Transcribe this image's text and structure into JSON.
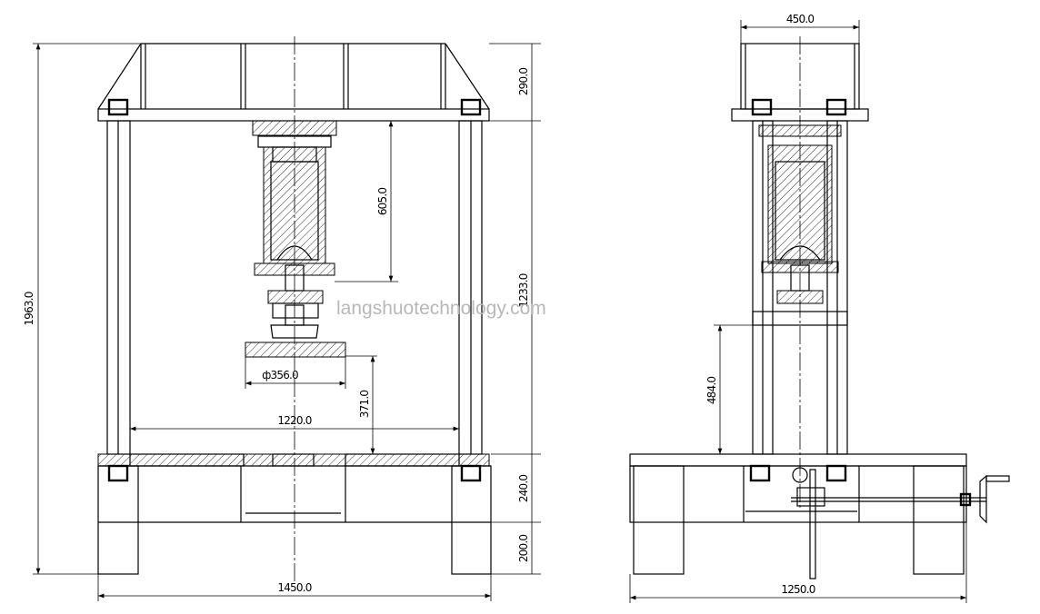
{
  "watermark": "langshuotechnology.com",
  "front_view": {
    "dimensions": {
      "total_height": "1963.0",
      "top_frame_height": "290.0",
      "column_height": "1233.0",
      "cylinder_length": "605.0",
      "platen_diameter": "ф356.0",
      "daylight": "371.0",
      "column_span": "1220.0",
      "base_height": "240.0",
      "leg_height": "200.0",
      "overall_width": "1450.0"
    }
  },
  "side_view": {
    "dimensions": {
      "top_width": "450.0",
      "stroke_height": "484.0",
      "overall_depth": "1250.0"
    }
  }
}
